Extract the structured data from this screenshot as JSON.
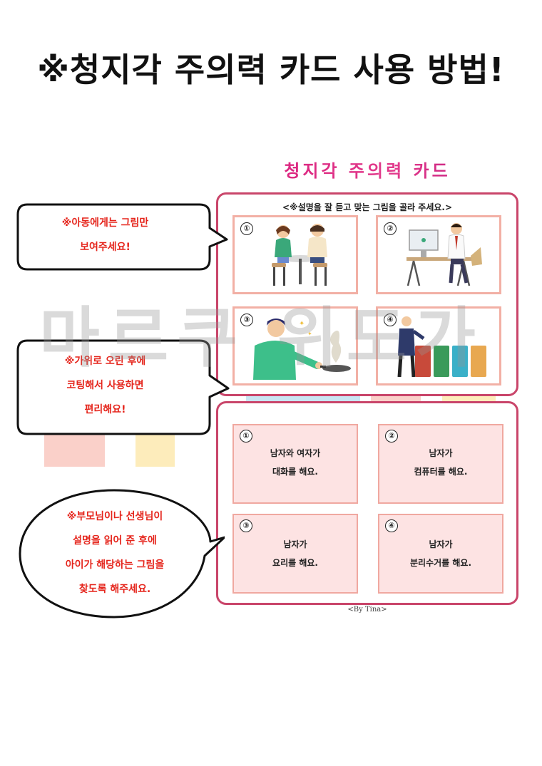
{
  "title": "※청지각 주의력 카드 사용 방법!",
  "card_title": "청지각 주의력 카드",
  "instruction": "<※설명을 잘 듣고 맞는 그림을 골라 주세요.>",
  "picture_cards": [
    {
      "number": "①",
      "icon": "couple-talking-illustration"
    },
    {
      "number": "②",
      "icon": "man-at-computer-illustration"
    },
    {
      "number": "③",
      "icon": "man-cooking-illustration"
    },
    {
      "number": "④",
      "icon": "man-recycling-illustration"
    }
  ],
  "text_cards": [
    {
      "number": "①",
      "line1": "남자와 여자가",
      "line2": "대화를 해요."
    },
    {
      "number": "②",
      "line1": "남자가",
      "line2": "컴퓨터를 해요."
    },
    {
      "number": "③",
      "line1": "남자가",
      "line2": "요리를 해요."
    },
    {
      "number": "④",
      "line1": "남자가",
      "line2": "분리수거를 해요."
    }
  ],
  "bubbles": {
    "b1": {
      "lines": [
        "※아동에게는 그림만",
        "보여주세요!"
      ]
    },
    "b2": {
      "lines": [
        "※가위로 오린 후에",
        "코팅해서 사용하면",
        "편리해요!"
      ]
    },
    "b3": {
      "lines": [
        "※부모님이나 선생님이",
        "설명을 읽어 준 후에",
        "아이가 해당하는 그림을",
        "찾도록 해주세요."
      ]
    }
  },
  "credit": "<By Tina>",
  "watermark": "마르쿠 위도가",
  "colors": {
    "frame": "#c9456a",
    "bubble_text": "#e5251c",
    "card_fill": "#fde3e3",
    "card_border": "#f2b0a5"
  }
}
